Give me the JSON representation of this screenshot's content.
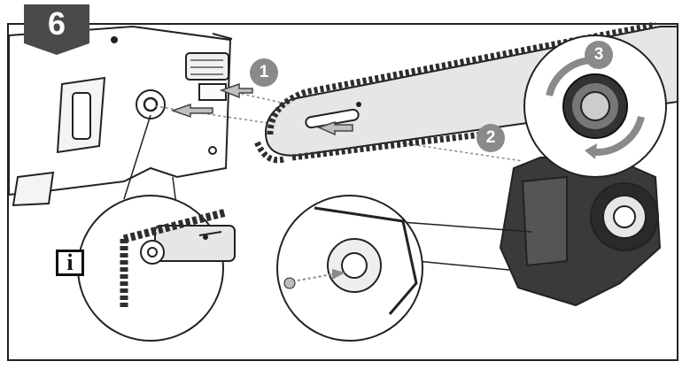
{
  "step": {
    "number": "6"
  },
  "info": {
    "symbol": "i"
  },
  "callouts": [
    {
      "label": "1"
    },
    {
      "label": "2"
    },
    {
      "label": "3"
    }
  ],
  "colors": {
    "badge": "#4a4a4a",
    "callout": "#8a8a8a",
    "line": "#222222",
    "bar": "#e6e6e6",
    "chain": "#2e2e2e",
    "arrow": "#bfbfbf"
  }
}
